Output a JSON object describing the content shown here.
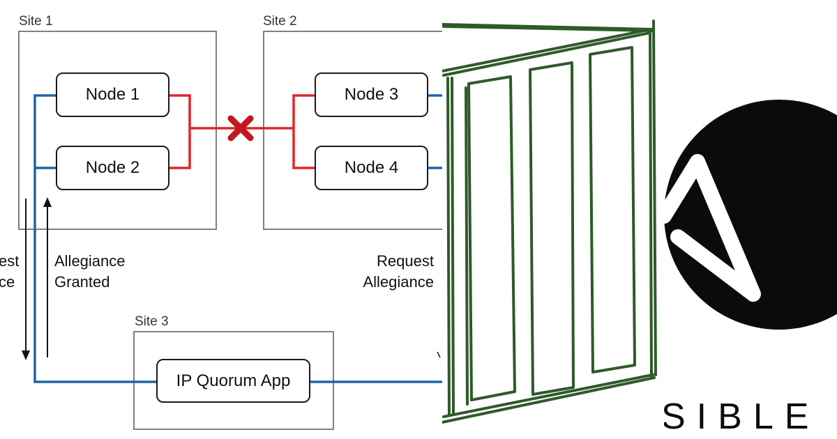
{
  "diagram": {
    "sites": {
      "site1": "Site 1",
      "site2": "Site 2",
      "site3": "Site 3"
    },
    "nodes": {
      "node1": "Node 1",
      "node2": "Node 2",
      "node3": "Node 3",
      "node4": "Node 4",
      "quorum": "IP Quorum App"
    },
    "captions": {
      "left_partial": [
        "est",
        "ce"
      ],
      "allegiance_granted": [
        "Allegiance",
        "Granted"
      ],
      "request_allegiance": [
        "Request",
        "Allegiance"
      ]
    },
    "colors": {
      "red_link": "#e0262b",
      "blue_link": "#1f63a8",
      "failure_mark": "#c4161c",
      "box_border": "#7f7f7f"
    },
    "icons": [
      "broken-link-x-icon",
      "arrow-down-icon",
      "arrow-up-icon"
    ]
  },
  "sketch": {
    "description_icon": "container-sketch-icon",
    "stroke_color": "#2f5a2a"
  },
  "logo": {
    "wordmark": "SIBLE",
    "icon": "ansible-a-icon",
    "colors": {
      "circle": "#0b0b0b",
      "glyph": "#ffffff"
    }
  }
}
